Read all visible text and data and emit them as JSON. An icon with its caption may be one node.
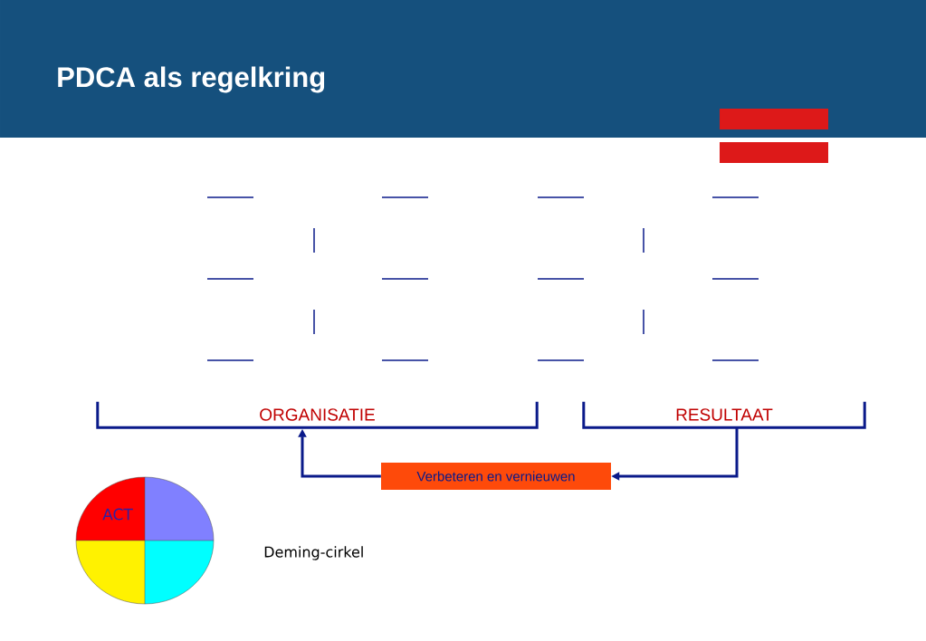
{
  "diagram": {
    "title": "PDCA als regelkring",
    "nodes": [
      {
        "text": [
          "ORGANISATIE"
        ]
      },
      {
        "text": [
          "RESULTAAT"
        ]
      },
      {
        "text": [
          "Verbeteren en vernieuwen"
        ]
      },
      {
        "text": [
          "ACT"
        ],
        "beside": [
          "Deming-cirkel"
        ]
      }
    ],
    "edges": [
      {
        "from": 1,
        "to": 2,
        "arrow": "to"
      },
      {
        "from": 2,
        "to": 0,
        "arrow": "to"
      }
    ]
  }
}
